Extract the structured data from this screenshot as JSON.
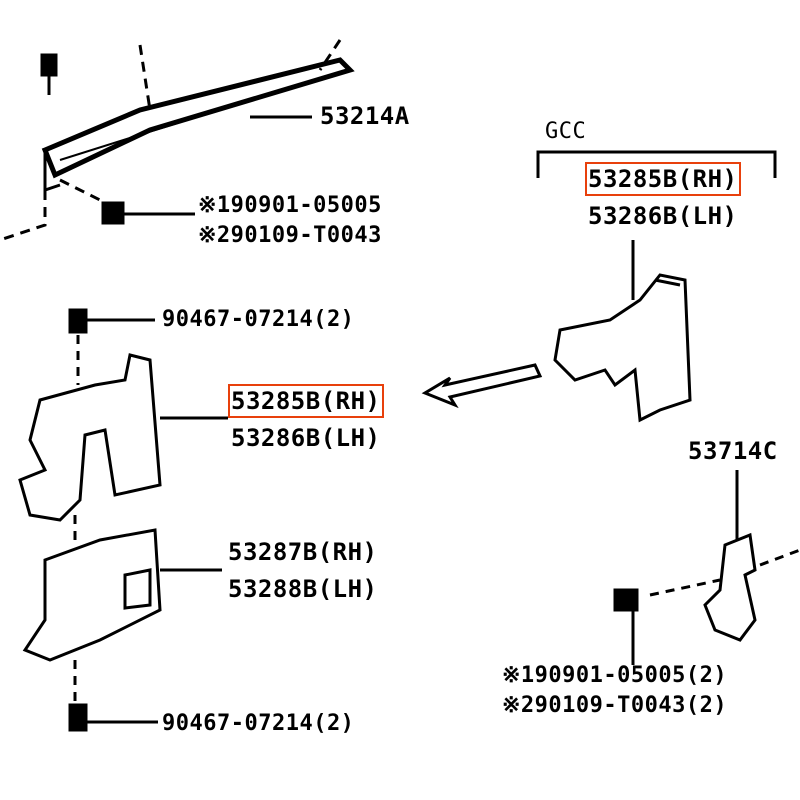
{
  "labels": {
    "p53214": "53214A",
    "bolt_top_1": "※190901-05005",
    "bolt_top_2": "※290109-T0043",
    "gcc": "GCC",
    "gcc_rh": "53285B(RH)",
    "gcc_lh": "53286B(LH)",
    "clip_top": "90467-07214(2)",
    "mid_rh": "53285B(RH)",
    "mid_lh": "53286B(LH)",
    "p53714": "53714C",
    "lower_rh": "53287B(RH)",
    "lower_lh": "53288B(LH)",
    "clip_bottom": "90467-07214(2)",
    "bolt_br_1": "※190901-05005(2)",
    "bolt_br_2": "※290109-T0043(2)"
  },
  "colors": {
    "highlight": "#e8400c",
    "ink": "#000000"
  }
}
